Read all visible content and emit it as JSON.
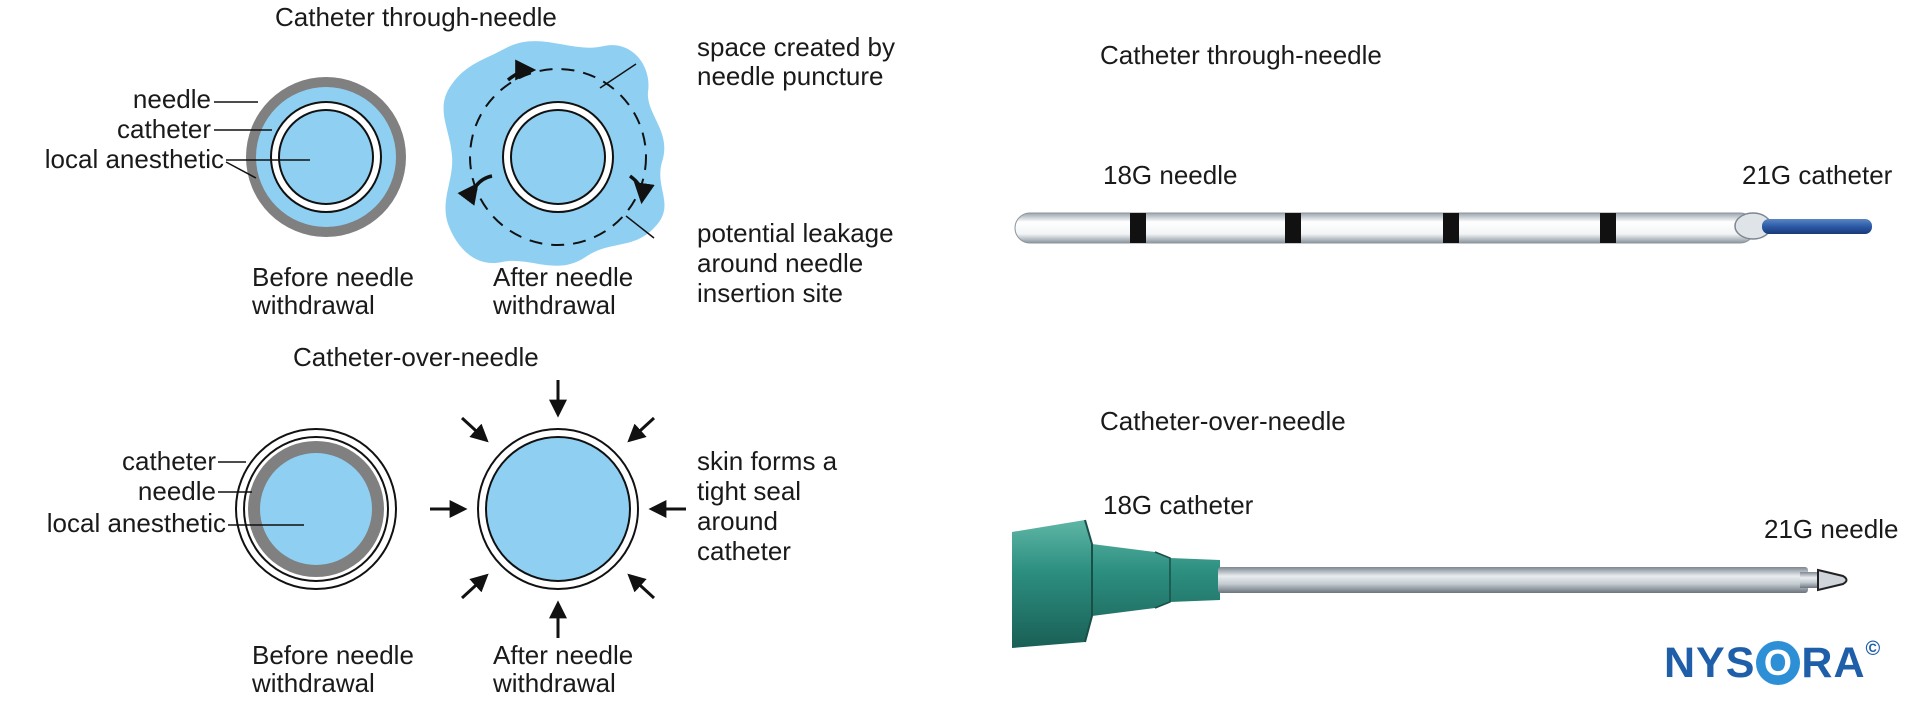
{
  "left_diagram": {
    "through_needle": {
      "title": "Catheter through-needle",
      "labels": {
        "needle": "needle",
        "catheter": "catheter",
        "local_anesthetic": "local anesthetic"
      },
      "before_caption": [
        "Before needle",
        "withdrawal"
      ],
      "after_caption": [
        "After needle",
        "withdrawal"
      ],
      "space_note": [
        "space created by",
        "needle puncture"
      ],
      "leak_note": [
        "potential leakage",
        "around needle",
        "insertion site"
      ]
    },
    "over_needle": {
      "title": "Catheter-over-needle",
      "labels": {
        "catheter": "catheter",
        "needle": "needle",
        "local_anesthetic": "local anesthetic"
      },
      "before_caption": [
        "Before needle",
        "withdrawal"
      ],
      "after_caption": [
        "After needle",
        "withdrawal"
      ],
      "seal_note": [
        "skin forms a",
        "tight seal",
        "around",
        "catheter"
      ]
    }
  },
  "right_photos": {
    "through_needle": {
      "title": "Catheter through-needle",
      "left_label": "18G needle",
      "right_label": "21G catheter"
    },
    "over_needle": {
      "title": "Catheter-over-needle",
      "left_label": "18G catheter",
      "right_label": "21G needle"
    }
  },
  "logo": {
    "pre": "NYS",
    "o": "O",
    "post": "RA",
    "copyright": "©"
  },
  "colors": {
    "anesthetic": "#8fd0f2",
    "needle": "#808080",
    "catheter_hub": "#2d9a8a",
    "logo_blue": "#1f5ea8"
  }
}
